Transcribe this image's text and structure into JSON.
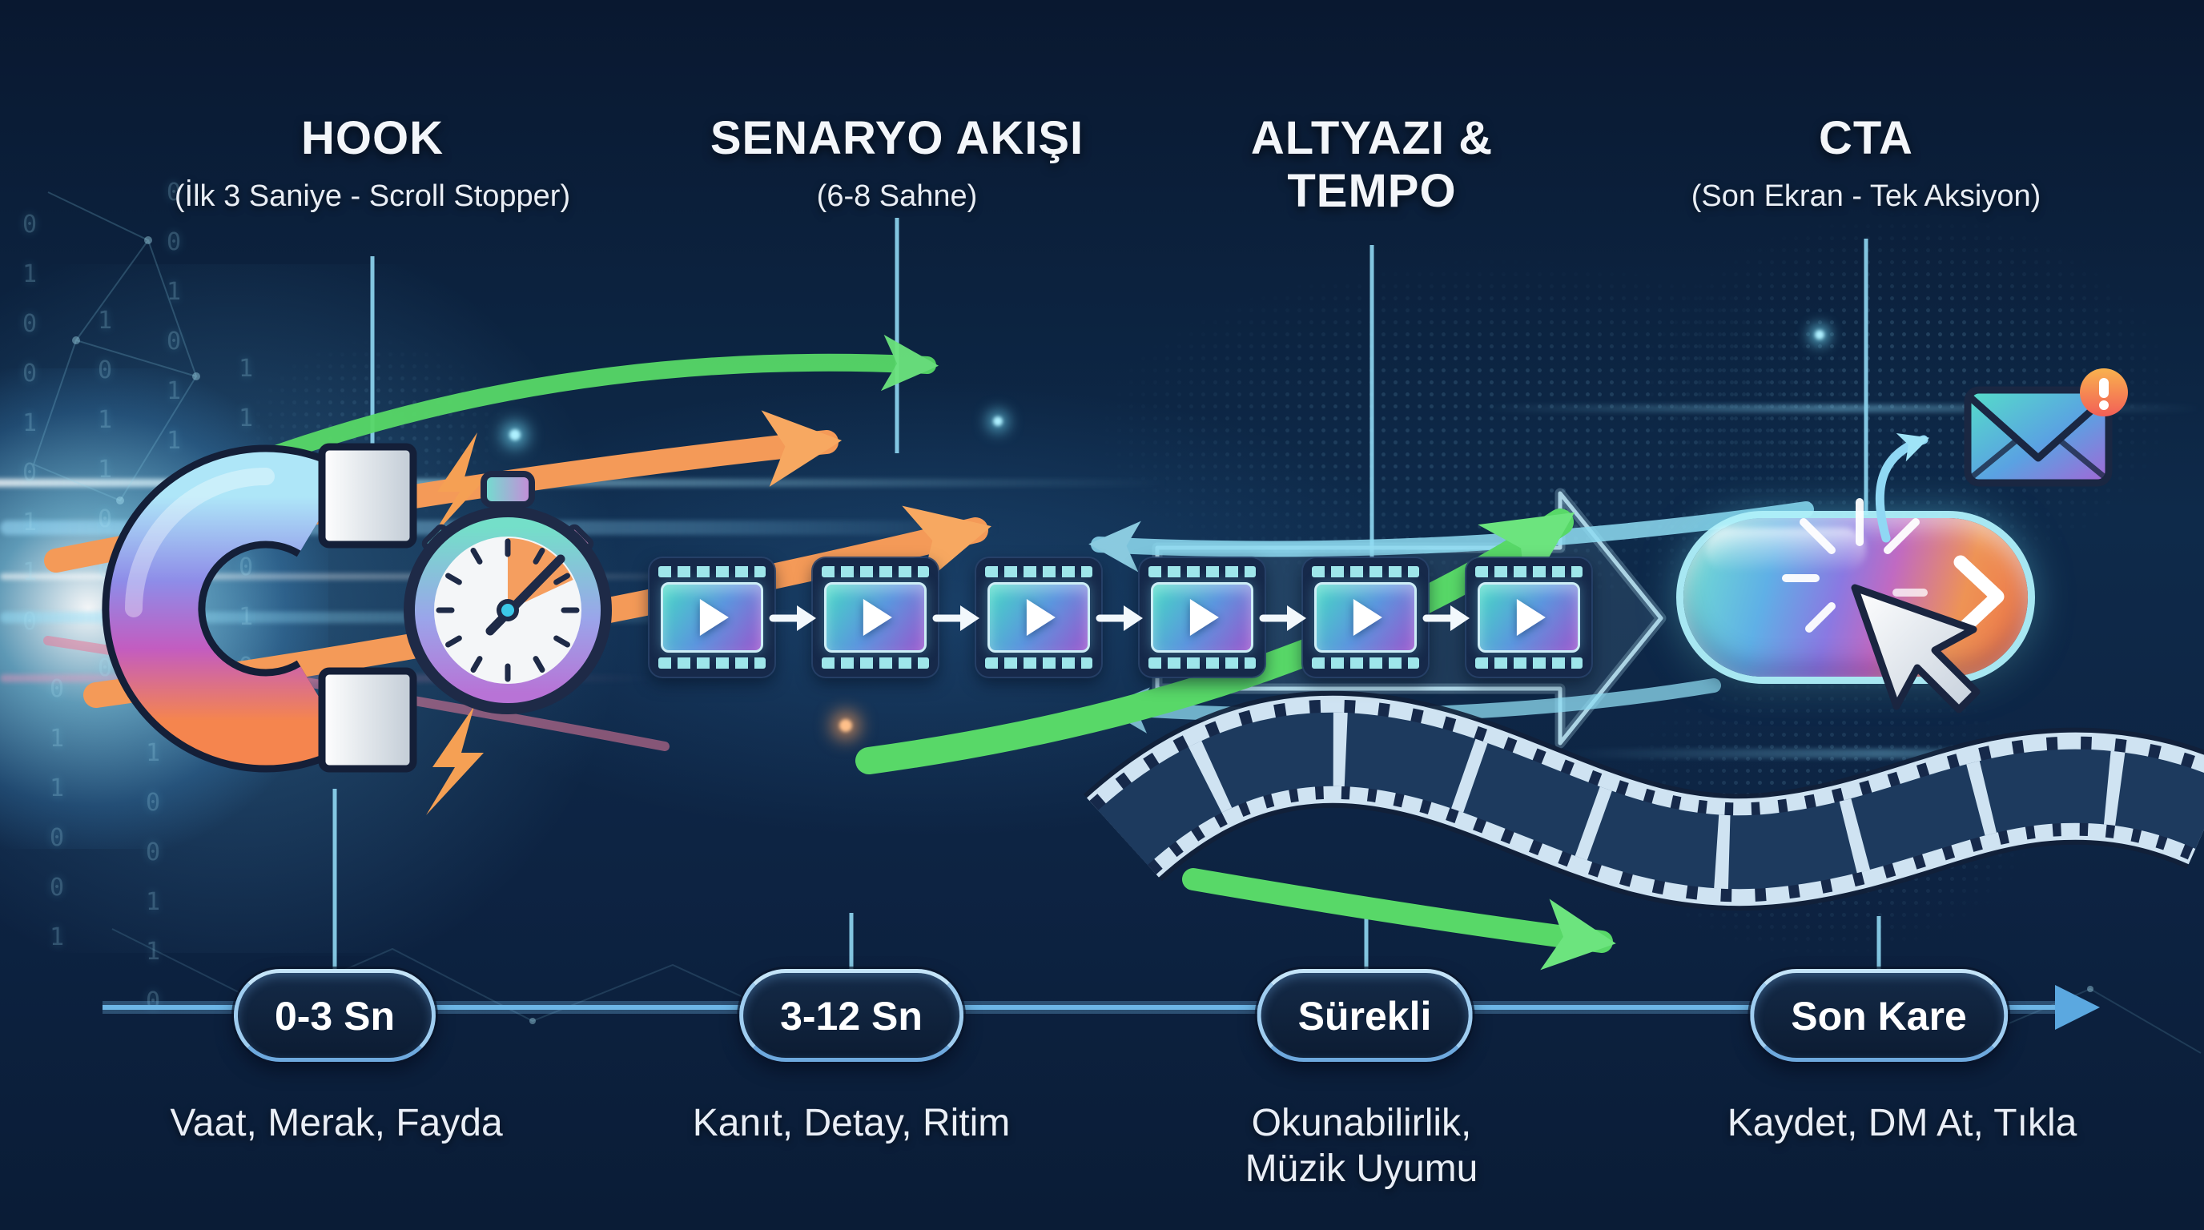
{
  "stages": [
    {
      "title": "HOOK",
      "subtitle": "(İlk 3 Saniye - Scroll Stopper)",
      "badge": "0-3 Sn",
      "note": "Vaat, Merak, Fayda"
    },
    {
      "title": "SENARYO AKIŞI",
      "subtitle": "(6-8 Sahne)",
      "badge": "3-12 Sn",
      "note": "Kanıt, Detay, Ritim"
    },
    {
      "title": "ALTYAZI &",
      "title_line2": "TEMPO",
      "subtitle": "",
      "badge": "Sürekli",
      "note": "Okunabilirlik,",
      "note_line2": "Müzik Uyumu"
    },
    {
      "title": "CTA",
      "subtitle": "(Son Ekran - Tek Aksiyon)",
      "badge": "Son Kare",
      "note": "Kaydet, DM At, Tıkla"
    }
  ],
  "icons": {
    "stage1": "magnet-icon",
    "stage1b": "stopwatch-icon",
    "stage2": "film-frame-play-icon",
    "stage3": "film-strip",
    "stage4": "cta-button-with-cursor",
    "mail": "envelope-notification-icon",
    "flow": "right-arrow"
  },
  "colors": {
    "background_top": "#091830",
    "background_mid": "#0e2a4a",
    "accent_cyan": "#8fd8f2",
    "timeline_blue": "#6db6e6",
    "arrow_green": "#58d868",
    "arrow_orange": "#f49a58",
    "badge_border": "#9fcdf0",
    "screen_teal": "#46d9c5",
    "screen_purple": "#9a57cd",
    "notification_orange": "#f4724f"
  },
  "background": {
    "binary_cols": [
      "0\n1\n0\n0\n1\n0\n1\n1\n0",
      "1\n0\n1\n1\n0\n0\n1\n0",
      "0\n0\n1\n0\n1\n1\n0\n1\n0",
      "1\n1\n0\n1\n0\n1\n0\n0",
      "0\n1\n1\n0\n0\n1",
      "1\n0\n0\n1\n1\n0"
    ]
  }
}
